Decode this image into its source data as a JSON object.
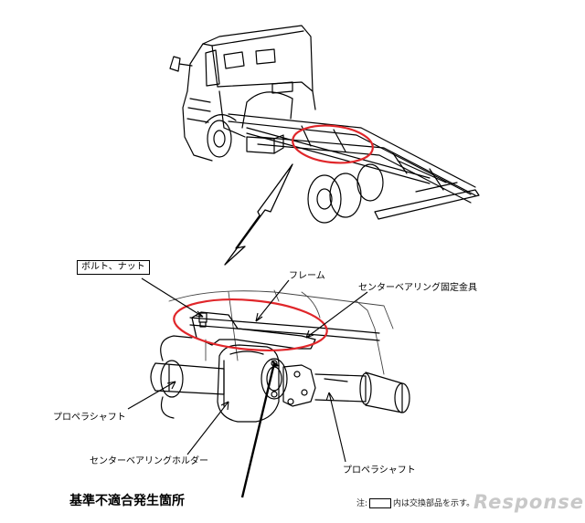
{
  "labels": {
    "bolt_nut": "ボルト、ナット",
    "frame": "フレーム",
    "center_bearing_bracket": "センターベアリング固定金具",
    "propeller_shaft_left": "プロペラシャフト",
    "center_bearing_holder": "センターベアリングホルダー",
    "propeller_shaft_right": "プロペラシャフト",
    "defect_location": "基準不適合発生箇所"
  },
  "note": {
    "prefix": "注:",
    "suffix": "内は交換部品を示す。"
  },
  "watermark": "Response.",
  "colors": {
    "highlight": "#e0262a",
    "line": "#000000"
  }
}
